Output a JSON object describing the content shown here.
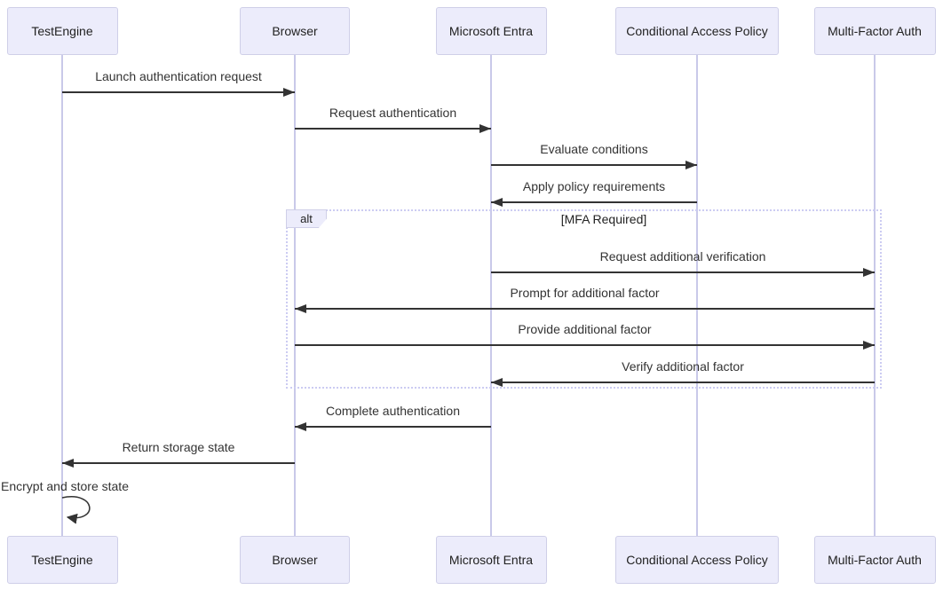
{
  "diagram": {
    "type": "sequence",
    "actors": [
      {
        "label": "TestEngine"
      },
      {
        "label": "Browser"
      },
      {
        "label": "Microsoft Entra"
      },
      {
        "label": "Conditional Access Policy"
      },
      {
        "label": "Multi-Factor Auth"
      }
    ],
    "messages": [
      {
        "from": 0,
        "to": 1,
        "label": "Launch authentication request",
        "self": false
      },
      {
        "from": 1,
        "to": 2,
        "label": "Request authentication",
        "self": false
      },
      {
        "from": 2,
        "to": 3,
        "label": "Evaluate conditions",
        "self": false
      },
      {
        "from": 3,
        "to": 2,
        "label": "Apply policy requirements",
        "self": false
      },
      {
        "from": 2,
        "to": 4,
        "label": "Request additional verification",
        "self": false
      },
      {
        "from": 4,
        "to": 1,
        "label": "Prompt for additional factor",
        "self": false
      },
      {
        "from": 1,
        "to": 4,
        "label": "Provide additional factor",
        "self": false
      },
      {
        "from": 4,
        "to": 2,
        "label": "Verify additional factor",
        "self": false
      },
      {
        "from": 2,
        "to": 1,
        "label": "Complete authentication",
        "self": false
      },
      {
        "from": 1,
        "to": 0,
        "label": "Return storage state",
        "self": false
      },
      {
        "from": 0,
        "to": 0,
        "label": "Encrypt and store state",
        "self": true
      }
    ],
    "frames": [
      {
        "kind": "alt",
        "label": "alt",
        "guard": "[MFA Required]",
        "contains_messages": [
          4,
          5,
          6,
          7
        ]
      }
    ]
  },
  "colors": {
    "background": "#FFFFFF",
    "actor_fill": "#ECECFB",
    "actor_border": "#CFCFE8",
    "actor_text": "#222222",
    "lifeline": "#C9C9E9",
    "arrow": "#333333",
    "message_text": "#333333",
    "frame_border": "#CCCCF2",
    "frame_label_fill": "#ECECFB",
    "frame_label_border": "#CFCFE8",
    "guard_text": "#222222"
  }
}
